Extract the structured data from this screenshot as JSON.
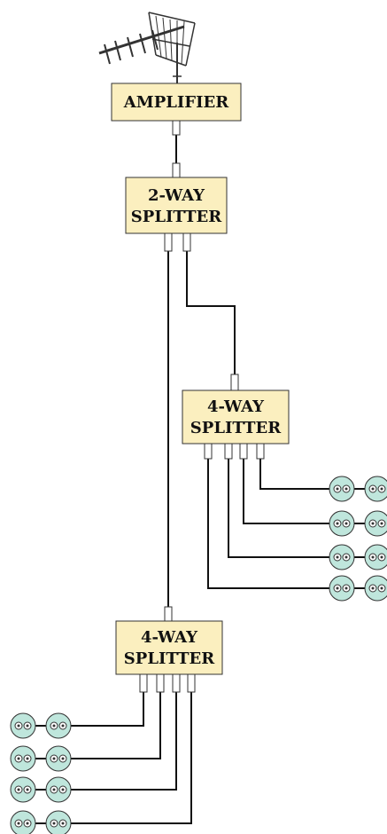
{
  "diagram": {
    "amplifier": {
      "label": "AMPLIFIER"
    },
    "main_splitter": {
      "line1": "2-WAY",
      "line2": "SPLITTER"
    },
    "upper_splitter": {
      "line1": "4-WAY",
      "line2": "SPLITTER"
    },
    "lower_splitter": {
      "line1": "4-WAY",
      "line2": "SPLITTER"
    },
    "icons": [
      "antenna-icon",
      "coax-plug-icon",
      "wall-outlet-icon"
    ],
    "colors": {
      "box_fill": "#fbefbf",
      "outlet_fill": "#bfe6dc",
      "wire": "#111111"
    }
  }
}
